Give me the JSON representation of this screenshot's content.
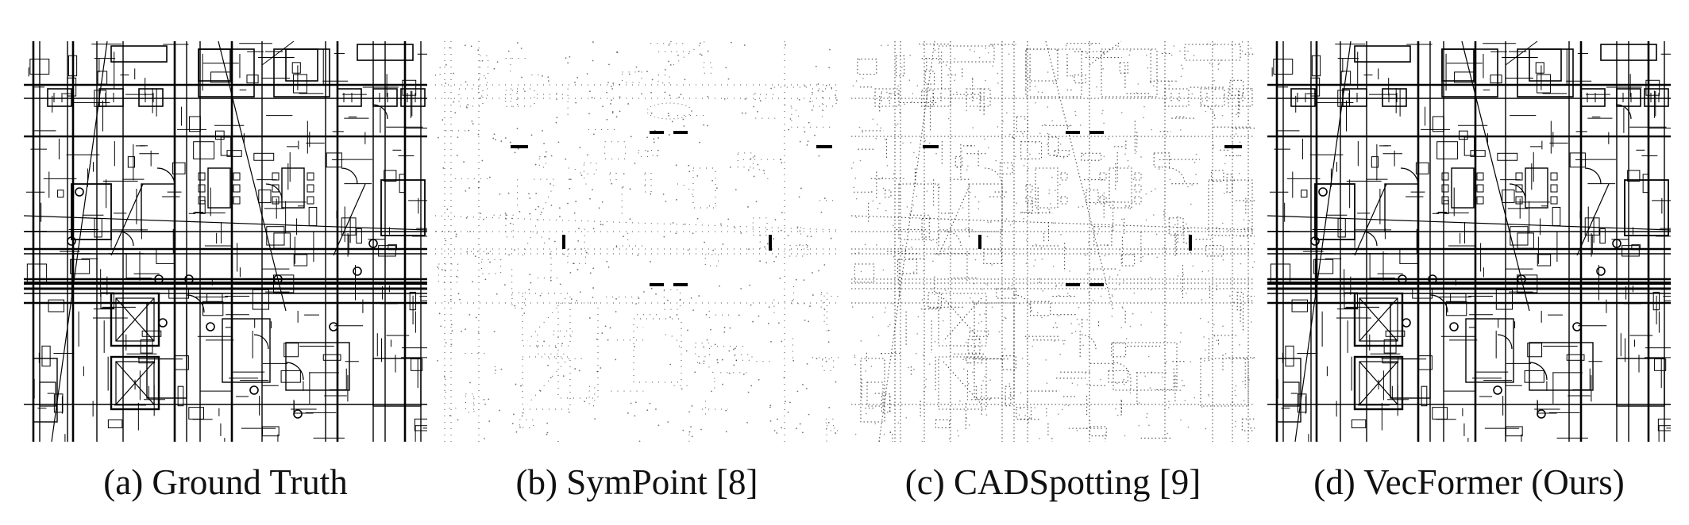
{
  "figure": {
    "panels": [
      {
        "id": "a",
        "caption": "(a) Ground Truth",
        "style": "solid"
      },
      {
        "id": "b",
        "caption": "(b) SymPoint [8]",
        "style": "sparse-dots"
      },
      {
        "id": "c",
        "caption": "(c) CADSpotting [9]",
        "style": "dotted"
      },
      {
        "id": "d",
        "caption": "(d) VecFormer (Ours)",
        "style": "solid"
      }
    ],
    "colors": {
      "ink": "#000000",
      "background": "#ffffff"
    }
  }
}
